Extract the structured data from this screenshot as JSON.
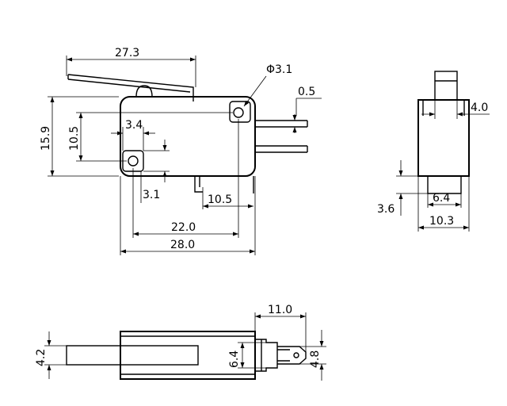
{
  "title": "",
  "dimensions": {
    "lever_length": "27.3",
    "hole_diameter": "Φ3.1",
    "terminal_thickness": "0.5",
    "overall_height": "15.9",
    "mounting_hole_pitch_v": "10.5",
    "hole_offset_x": "3.4",
    "hole_offset_y": "3.1",
    "terminal_spacing": "10.5",
    "mounting_hole_pitch_h": "22.0",
    "body_length": "28.0",
    "plunger_width": "4.0",
    "side_offset": "3.6",
    "plunger_base_width": "6.4",
    "body_width": "10.3",
    "lever_width": "4.2",
    "terminal_length": "11.0",
    "terminal_width": "6.4",
    "tab_width": "4.8"
  }
}
